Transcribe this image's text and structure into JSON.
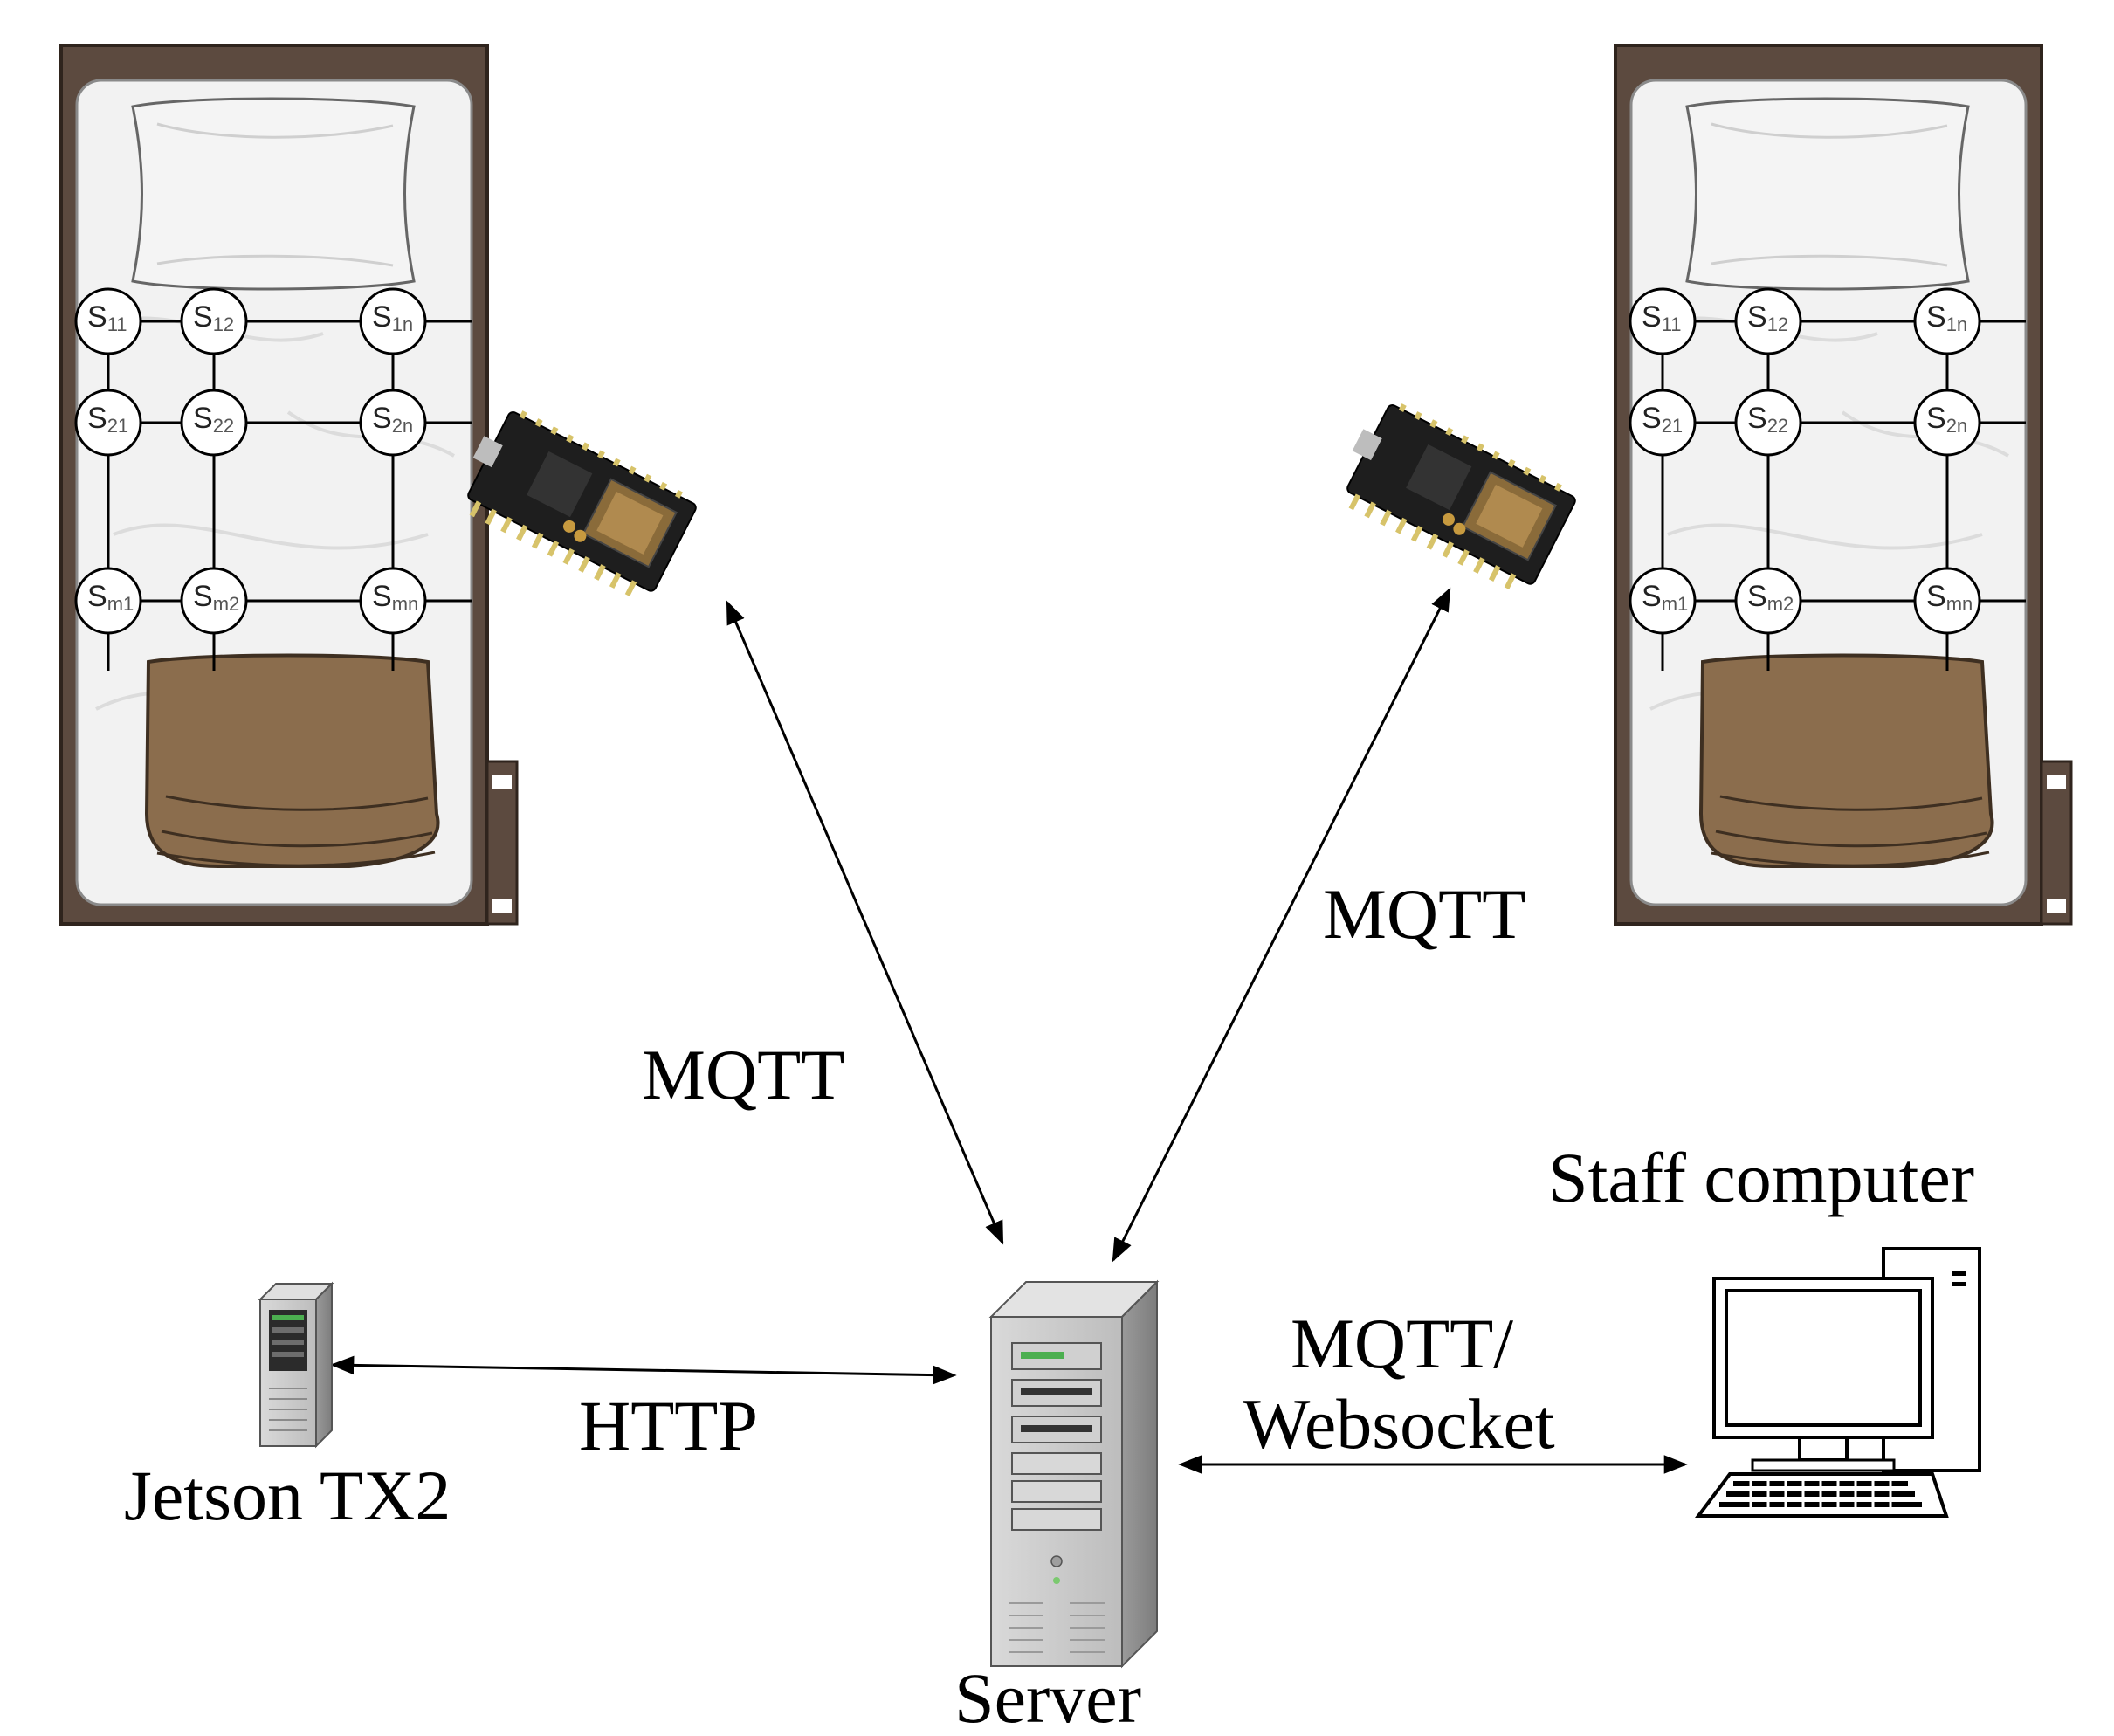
{
  "colors": {
    "bed_frame": "#5c4a3f",
    "sheet": "#f2f2f2",
    "blanket": "#8b6d4d",
    "line": "#000000",
    "board": "#1e1e1e",
    "server_body": "#c9c9c9"
  },
  "beds": [
    {
      "name": "bed-left",
      "sensor_rows": [
        [
          {
            "s": "S",
            "sub": "11"
          },
          {
            "s": "S",
            "sub": "12"
          },
          {
            "s": "S",
            "sub": "1n"
          }
        ],
        [
          {
            "s": "S",
            "sub": "21"
          },
          {
            "s": "S",
            "sub": "22"
          },
          {
            "s": "S",
            "sub": "2n"
          }
        ],
        [
          {
            "s": "S",
            "sub": "m1"
          },
          {
            "s": "S",
            "sub": "m2"
          },
          {
            "s": "S",
            "sub": "mn"
          }
        ]
      ]
    },
    {
      "name": "bed-right",
      "sensor_rows": [
        [
          {
            "s": "S",
            "sub": "11"
          },
          {
            "s": "S",
            "sub": "12"
          },
          {
            "s": "S",
            "sub": "1n"
          }
        ],
        [
          {
            "s": "S",
            "sub": "21"
          },
          {
            "s": "S",
            "sub": "22"
          },
          {
            "s": "S",
            "sub": "2n"
          }
        ],
        [
          {
            "s": "S",
            "sub": "m1"
          },
          {
            "s": "S",
            "sub": "m2"
          },
          {
            "s": "S",
            "sub": "mn"
          }
        ]
      ]
    }
  ],
  "icons": [
    "bed-icon",
    "microcontroller-board-icon",
    "server-tower-icon",
    "jetson-tower-icon",
    "desktop-computer-icon"
  ],
  "labels": {
    "mqtt_left": "MQTT",
    "mqtt_right": "MQTT",
    "http": "HTTP",
    "mqtt_ws_line1": "MQTT/",
    "mqtt_ws_line2": "Websocket",
    "jetson": "Jetson TX2",
    "server": "Server",
    "staff": "Staff computer"
  }
}
